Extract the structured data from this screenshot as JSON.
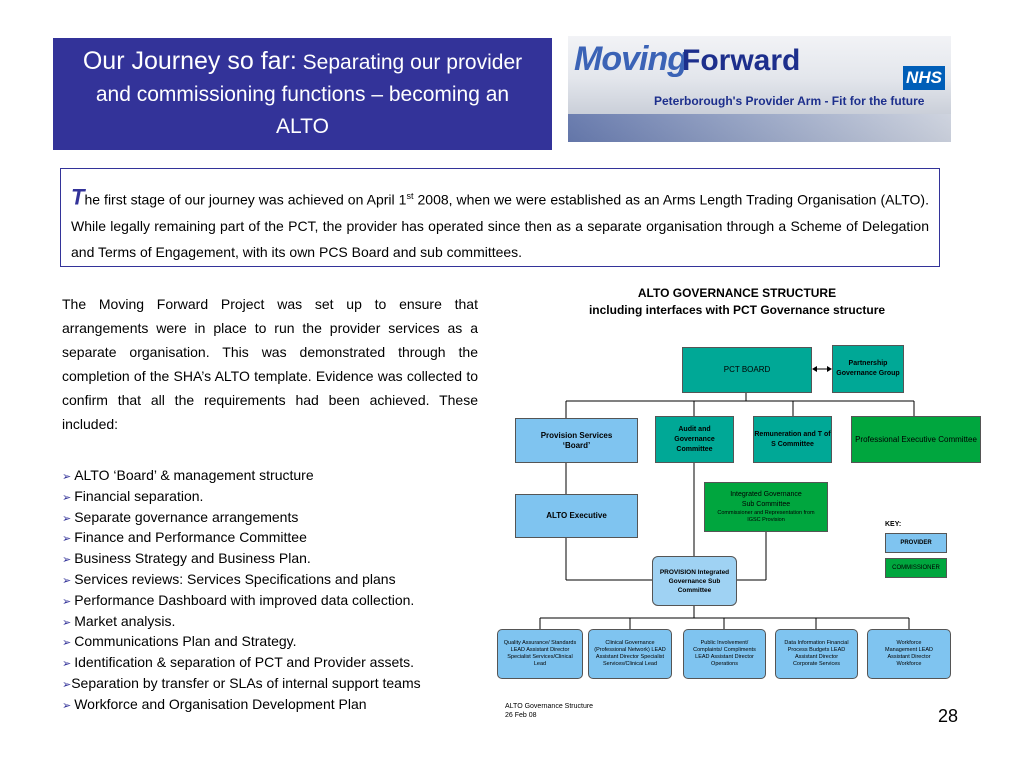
{
  "title": {
    "part1": "Our Journey so far:",
    "part2": " Separating our provider and commissioning functions – becoming an ALTO"
  },
  "logo": {
    "moving": "Moving",
    "forward": "Forward",
    "nhs": "NHS",
    "tagline": "Peterborough's Provider Arm - Fit for the future"
  },
  "intro": {
    "drop_cap": "T",
    "text_a": "he first stage of our journey was achieved on April 1",
    "sup": "st",
    "text_b": " 2008, when we were established as an Arms Length Trading Organisation (ALTO). While legally remaining part of the PCT,  the provider has operated since then as a separate organisation through a Scheme of Delegation and Terms of Engagement, with its own PCS Board and sub committees."
  },
  "left_para": "The Moving Forward Project was set up to ensure that arrangements were in place to run the provider services as a separate organisation.  This was demonstrated through the completion of the SHA’s ALTO template. Evidence was collected to confirm that all the requirements had been achieved. These included:",
  "bullets": [
    "ALTO ‘Board’ & management structure",
    "Financial separation.",
    "Separate governance arrangements",
    "Finance and Performance Committee",
    "Business Strategy and Business Plan.",
    "Services reviews: Services Specifications and plans",
    "Performance Dashboard with improved data collection.",
    "Market analysis.",
    "Communications Plan and Strategy.",
    "Identification & separation  of PCT and Provider assets.",
    "Separation by transfer or SLAs of internal support teams",
    "Workforce  and Organisation Development Plan"
  ],
  "org": {
    "title_line1": "ALTO GOVERNANCE STRUCTURE",
    "title_line2": "including interfaces with PCT Governance structure",
    "pct_board": "PCT BOARD",
    "partnership": "Partnership Governance Group",
    "provision_board": "Provision Services ‘Board’",
    "audit": "Audit and Governance Committee",
    "remuneration": "Remuneration and T of S Committee",
    "pec": "Professional Executive Committee",
    "alto_exec": "ALTO Executive",
    "igsc_title": "Integrated Governance Sub Committee",
    "igsc_sub": "Commissioner and Representation from IGSC Provision",
    "provision_igsc": "PROVISION Integrated Governance Sub Committee",
    "sub_boxes": [
      "Quality Assurance/ Standards LEAD Assistant Director Specialist Services/Clinical Lead",
      "Clinical Governance (Professional Network) LEAD Assistant Director Specialist Services/Clinical Lead",
      "Public Involvement/ Complaints/ Compliments LEAD Assistant Director Operations",
      "Data Information Financial Process Budgets LEAD Assistant Director Corporate Services",
      "Workforce Management LEAD Assistant Director Workforce"
    ],
    "key_label": "KEY:",
    "key_provider": "PROVIDER",
    "key_commissioner": "COMMISSIONER",
    "footnote_line1": "ALTO Governance Structure",
    "footnote_line2": "26 Feb 08"
  },
  "page_number": "28",
  "colors": {
    "title_bg": "#333399",
    "pct_teal": "#00a896",
    "provider_blue": "#7fc4f0",
    "commissioner_green": "#00a63e"
  }
}
